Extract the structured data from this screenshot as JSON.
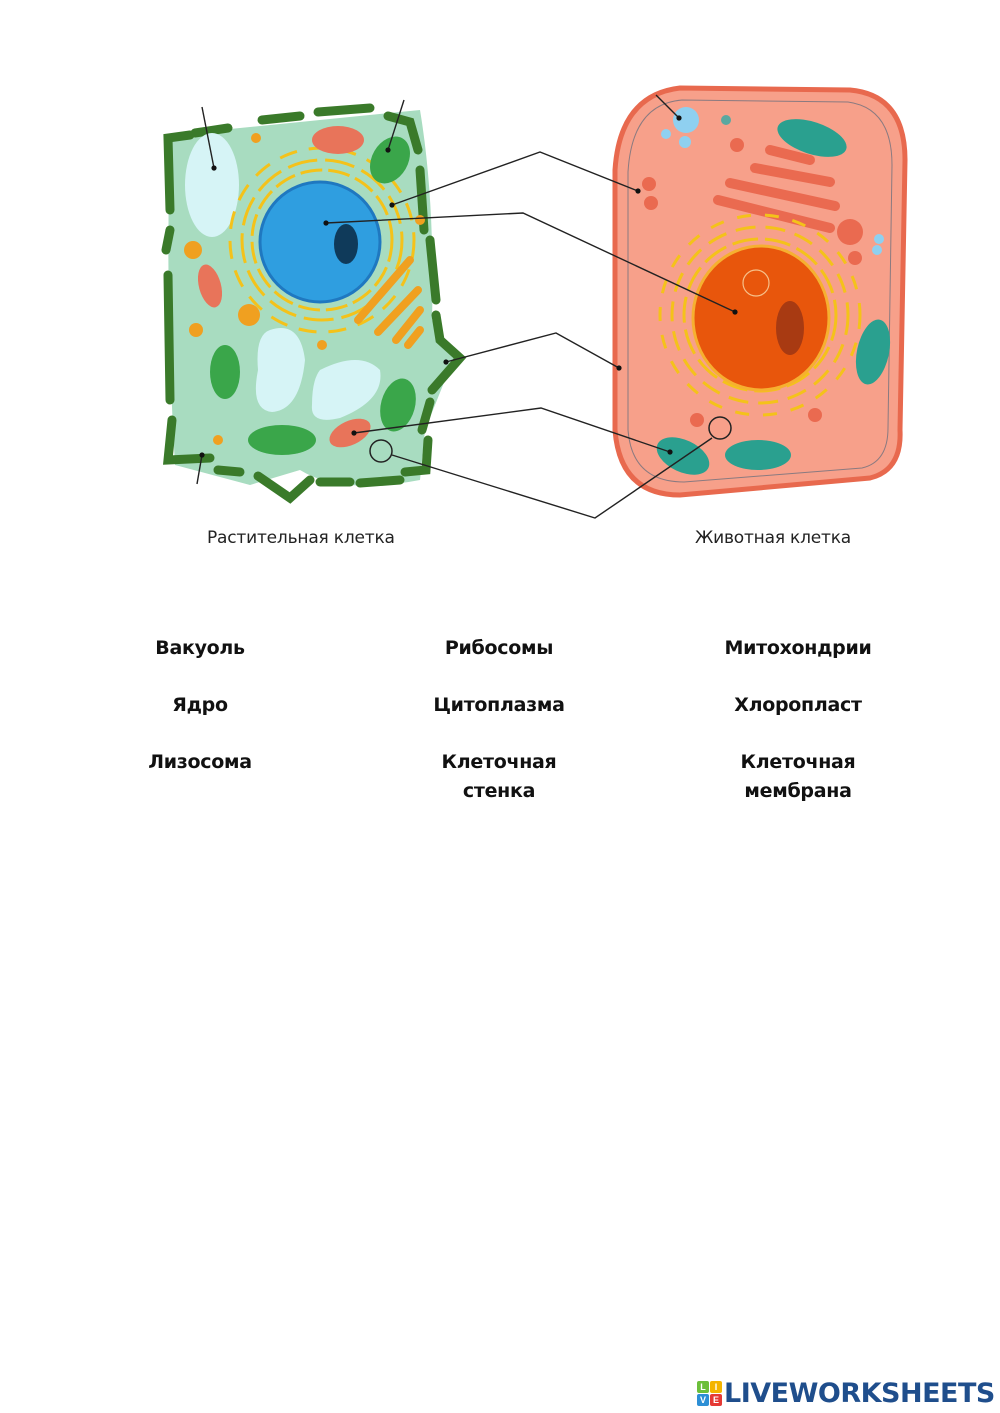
{
  "captions": {
    "plant_cell": "Растительная клетка",
    "animal_cell": "Животная клетка"
  },
  "word_bank": [
    {
      "id": "vacuole",
      "lines": [
        "Вакуоль"
      ]
    },
    {
      "id": "ribosomes",
      "lines": [
        "Рибосомы"
      ]
    },
    {
      "id": "mitochondria",
      "lines": [
        "Митохондрии"
      ]
    },
    {
      "id": "nucleus",
      "lines": [
        "Ядро"
      ]
    },
    {
      "id": "cytoplasm",
      "lines": [
        "Цитоплазма"
      ]
    },
    {
      "id": "chloroplast",
      "lines": [
        "Хлоропласт"
      ]
    },
    {
      "id": "lysosome",
      "lines": [
        "Лизосома"
      ]
    },
    {
      "id": "cell-wall",
      "lines": [
        "Клеточная",
        "стенка"
      ]
    },
    {
      "id": "cell-membrane",
      "lines": [
        "Клеточная",
        "мембрана"
      ]
    }
  ],
  "logo": {
    "badge_letters": [
      "L",
      "I",
      "V",
      "E"
    ],
    "badge_colors": [
      "#6cbf3a",
      "#f4b400",
      "#2d8fd5",
      "#e53935"
    ],
    "text": "LIVEWORKSHEETS",
    "color": "#1f4e8c"
  },
  "colors": {
    "plant_cytoplasm": "#a8dcc0",
    "plant_wall": "#3a7a2a",
    "plant_nucleus": "#2f9ee0",
    "animal_cytoplasm": "#f7a08a",
    "animal_membrane": "#e8694e",
    "animal_nucleus": "#e8560c",
    "mitochondria_animal": "#2aa08f",
    "chloroplast": "#3aa64a",
    "vacuole": "#d6f4f6",
    "golgi_plant": "#f0a020",
    "er": "#f4c21a"
  }
}
